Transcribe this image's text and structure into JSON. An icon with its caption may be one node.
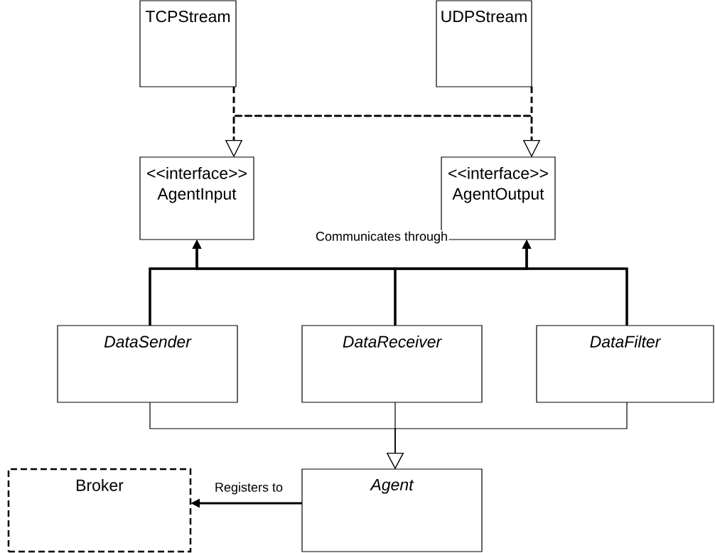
{
  "diagram": {
    "nodes": [
      {
        "text": [
          "TCPStream"
        ]
      },
      {
        "text": [
          "UDPStream"
        ]
      },
      {
        "text": [
          "<<interface>>",
          "AgentInput"
        ]
      },
      {
        "text": [
          "<<interface>>",
          "AgentOutput"
        ]
      },
      {
        "text": [
          "DataSender"
        ]
      },
      {
        "text": [
          "DataReceiver"
        ]
      },
      {
        "text": [
          "DataFilter"
        ]
      },
      {
        "text": [
          "Broker"
        ]
      },
      {
        "text": [
          "Agent"
        ]
      }
    ],
    "edges": [
      {
        "from": 0,
        "to": 2,
        "arrow": "to",
        "style": "dashed"
      },
      {
        "from": 0,
        "to": 3,
        "arrow": "to",
        "style": "dashed"
      },
      {
        "from": 1,
        "to": 2,
        "arrow": "to",
        "style": "dashed"
      },
      {
        "from": 1,
        "to": 3,
        "arrow": "to",
        "style": "dashed"
      },
      {
        "from": 4,
        "to": 2,
        "arrow": "to"
      },
      {
        "from": 4,
        "to": 3,
        "arrow": "to"
      },
      {
        "from": 5,
        "to": 2,
        "arrow": "to",
        "label": "Communicates through"
      },
      {
        "from": 5,
        "to": 3,
        "arrow": "to"
      },
      {
        "from": 6,
        "to": 2,
        "arrow": "to"
      },
      {
        "from": 6,
        "to": 3,
        "arrow": "to"
      },
      {
        "from": 4,
        "to": 8,
        "arrow": "to"
      },
      {
        "from": 5,
        "to": 8,
        "arrow": "to"
      },
      {
        "from": 6,
        "to": 8,
        "arrow": "to"
      },
      {
        "from": 8,
        "to": 7,
        "arrow": "to",
        "label": "Registers to"
      }
    ]
  }
}
